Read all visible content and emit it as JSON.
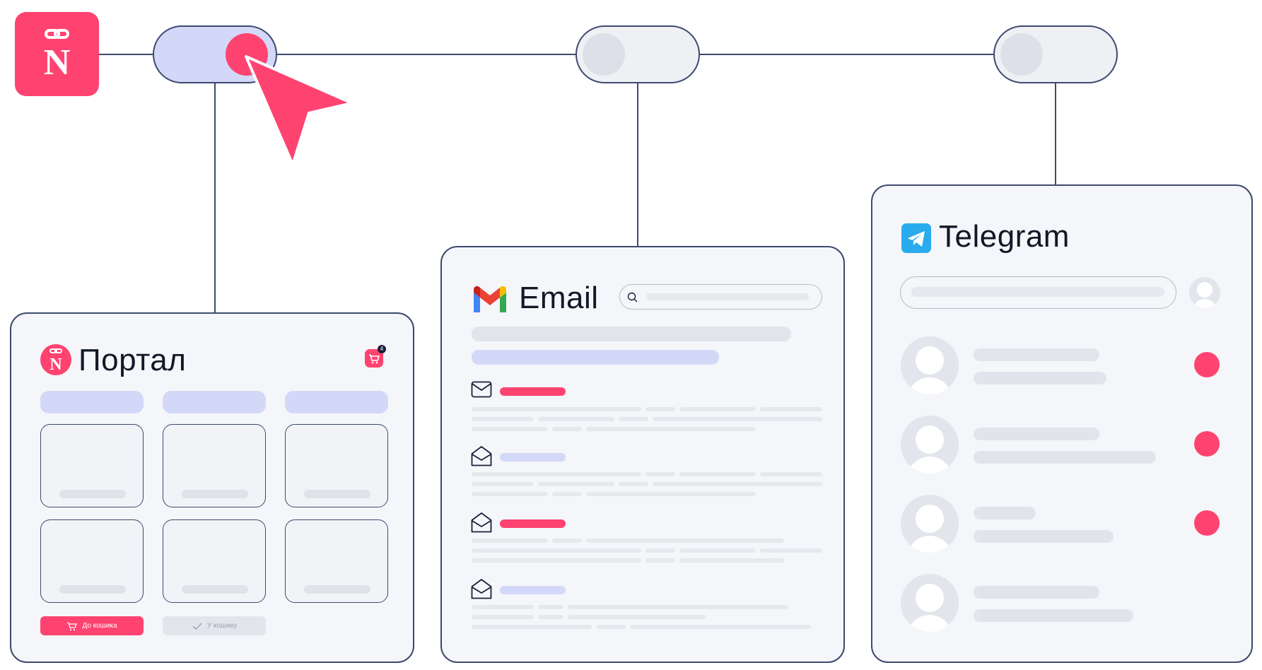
{
  "colors": {
    "accent": "#ff4370",
    "border": "#3d4a70",
    "lavender": "#d4d8f8",
    "panel": "#f5f6f9",
    "placeholder": "#e2e4ec",
    "telegram_blue": "#2aabee"
  },
  "logo": {
    "icon": "nova-link-logo-icon"
  },
  "toggles": [
    {
      "channel": "portal",
      "state": "on"
    },
    {
      "channel": "email",
      "state": "off"
    },
    {
      "channel": "telegram",
      "state": "off"
    }
  ],
  "portal": {
    "title": "Портал",
    "icon": "portal-logo-icon",
    "cart_icon": "cart-icon",
    "cart_badge": "4",
    "add_to_cart_label": "До кошика",
    "in_cart_label": "У кошику"
  },
  "email": {
    "title": "Email",
    "icon": "gmail-icon",
    "search_icon": "search-icon",
    "messages": [
      {
        "icon": "envelope-closed-icon",
        "status": "unread"
      },
      {
        "icon": "envelope-open-icon",
        "status": "read"
      },
      {
        "icon": "envelope-open-icon",
        "status": "unread"
      },
      {
        "icon": "envelope-open-icon",
        "status": "read"
      }
    ]
  },
  "telegram": {
    "title": "Telegram",
    "icon": "telegram-icon",
    "chats": [
      {
        "unread": true
      },
      {
        "unread": true
      },
      {
        "unread": true
      },
      {
        "unread": false
      }
    ]
  }
}
